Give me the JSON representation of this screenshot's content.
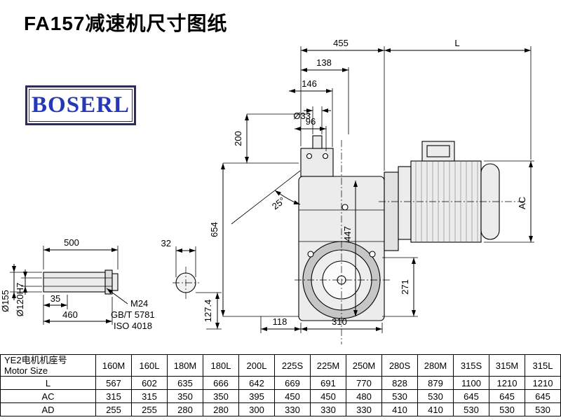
{
  "page": {
    "title": "FA157减速机尺寸图纸",
    "logo_text": "BOSERL"
  },
  "drawing": {
    "labels": {
      "top_width": "455",
      "total_length": "L",
      "dim_138": "138",
      "dim_146": "146",
      "dim_96": "96",
      "shaft_dia_top": "Ø33",
      "dim_200": "200",
      "angle": "25°",
      "dim_654": "654",
      "dim_447": "447",
      "motor_dia": "AC",
      "dim_271": "271",
      "dim_500": "500",
      "dim_32": "32",
      "dim_35": "35",
      "dim_460": "460",
      "shaft_od": "Ø155",
      "bore": "Ø120H7",
      "thread": "M24",
      "thread_std1": "GB/T 5781",
      "thread_std2": "ISO 4018",
      "dim_127_4": "127.4",
      "dim_118": "118",
      "dim_310": "310"
    }
  },
  "table": {
    "header_cn": "YE2电机机座号",
    "header_en": "Motor Size",
    "columns": [
      "160M",
      "160L",
      "180M",
      "180L",
      "200L",
      "225S",
      "225M",
      "250M",
      "280S",
      "280M",
      "315S",
      "315M",
      "315L"
    ],
    "rows": [
      {
        "label": "L",
        "values": [
          "567",
          "602",
          "635",
          "666",
          "642",
          "669",
          "691",
          "770",
          "828",
          "879",
          "1100",
          "1210",
          "1210"
        ]
      },
      {
        "label": "AC",
        "values": [
          "315",
          "315",
          "350",
          "350",
          "395",
          "450",
          "450",
          "480",
          "530",
          "530",
          "645",
          "645",
          "645"
        ]
      },
      {
        "label": "AD",
        "values": [
          "255",
          "255",
          "280",
          "280",
          "300",
          "330",
          "330",
          "330",
          "410",
          "410",
          "530",
          "530",
          "530"
        ]
      }
    ]
  }
}
